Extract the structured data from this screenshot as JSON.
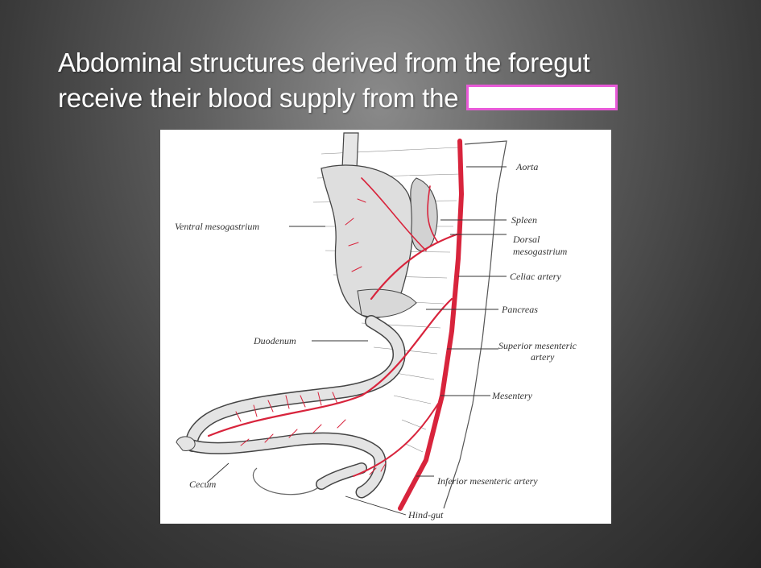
{
  "slide": {
    "title_line1": "Abdominal structures derived from the foregut",
    "title_line2": "receive their blood supply from the",
    "answer_blank": ""
  },
  "figure": {
    "labels": {
      "aorta": "Aorta",
      "spleen": "Spleen",
      "dorsal_meso_1": "Dorsal",
      "dorsal_meso_2": "mesogastrium",
      "celiac": "Celiac artery",
      "pancreas": "Pancreas",
      "sma_1": "Superior mesenteric",
      "sma_2": "artery",
      "mesentery": "Mesentery",
      "ima": "Inferior mesenteric artery",
      "hindgut": "Hind-gut",
      "ventral_meso": "Ventral mesogastrium",
      "duodenum": "Duodenum",
      "cecum": "Cecum"
    },
    "colors": {
      "artery": "#d8243c",
      "outline": "#444444",
      "answer_border": "#e85ad8"
    }
  }
}
